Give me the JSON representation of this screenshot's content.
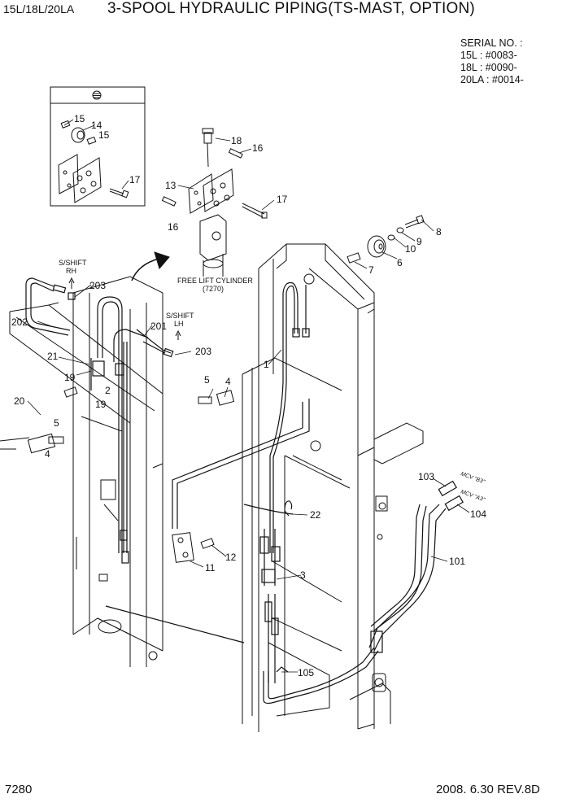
{
  "header": {
    "model": "15L/18L/20LA",
    "title": "3-SPOOL HYDRAULIC PIPING(TS-MAST, OPTION)"
  },
  "serial": {
    "heading": "SERIAL NO. :",
    "lines": [
      "15L : #0083-",
      "18L : #0090-",
      "20LA : #0014-"
    ]
  },
  "annotations": {
    "free_lift_cylinder": "FREE LIFT CYLINDER",
    "free_lift_ref": "(7270)",
    "sshift_rh_1": "S/SHIFT",
    "sshift_rh_2": "RH",
    "sshift_lh_1": "S/SHIFT",
    "sshift_lh_2": "LH",
    "mcv_b3": "MCV \"B3\"",
    "mcv_a3": "MCV \"A3\""
  },
  "callouts": {
    "c15a": "15",
    "c14": "14",
    "c15b": "15",
    "c17a": "17",
    "c18": "18",
    "c16a": "16",
    "c13": "13",
    "c16b": "16",
    "c17b": "17",
    "c8": "8",
    "c9": "9",
    "c10": "10",
    "c6": "6",
    "c7": "7",
    "c203a": "203",
    "c202": "202",
    "c201": "201",
    "c203b": "203",
    "c21": "21",
    "c19a": "19",
    "c2": "2",
    "c19b": "19",
    "c20": "20",
    "c5a": "5",
    "c4a": "4",
    "c5b": "5",
    "c4b": "4",
    "c1": "1",
    "c22": "22",
    "c12": "12",
    "c11": "11",
    "c3": "3",
    "c103": "103",
    "c104": "104",
    "c101": "101",
    "c105": "105"
  },
  "footer": {
    "page": "7280",
    "date_rev": "2008. 6.30  REV.8D"
  },
  "colors": {
    "ink": "#111111",
    "paper": "#ffffff"
  }
}
